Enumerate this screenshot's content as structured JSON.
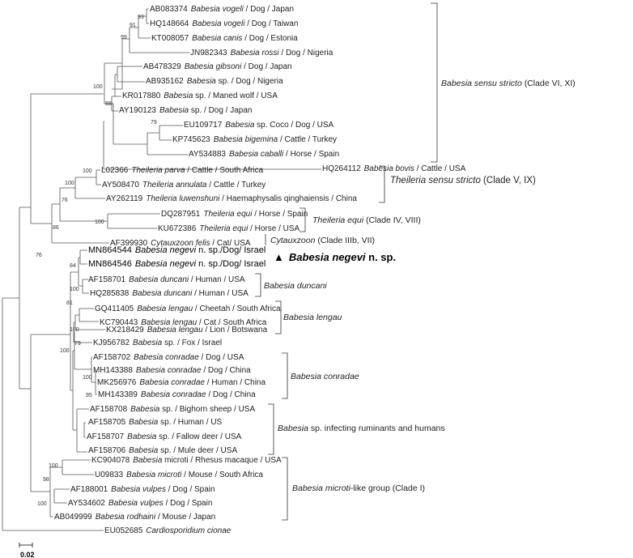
{
  "taxa": [
    {
      "acc": "AB083374",
      "sp": "Babesia vogeli",
      "rest": " / Dog / Japan"
    },
    {
      "acc": "HQ148664",
      "sp": "Babesia vogeli",
      "rest": " / Dog / Taiwan"
    },
    {
      "acc": "KT008057",
      "sp": "Babesia canis",
      "rest": " / Dog / Estonia"
    },
    {
      "acc": "JN982343",
      "sp": "Babesia rossi",
      "rest": " / Dog / Nigeria"
    },
    {
      "acc": "AB478329",
      "sp": "Babesia gibsoni",
      "rest": " / Dog / Japan"
    },
    {
      "acc": "AB935162",
      "sp": "Babesia",
      "rest": " sp. / Dog / Nigeria"
    },
    {
      "acc": "KR017880",
      "sp": "Babesia",
      "rest": " sp. / Maned wolf /  USA"
    },
    {
      "acc": "AY190123",
      "sp": "Babesia",
      "rest": " sp. / Dog / Japan"
    },
    {
      "acc": "EU109717",
      "sp": "Babesia",
      "rest": " sp. Coco / Dog /  USA"
    },
    {
      "acc": "KP745623",
      "sp": "Babesia bigemina",
      "rest": " / Cattle / Turkey"
    },
    {
      "acc": "AY534883",
      "sp": "Babesia caballi",
      "rest": " / Horse / Spain"
    },
    {
      "acc": "HQ264112",
      "sp": "Babesia bovis",
      "rest": " / Cattle /  USA"
    },
    {
      "acc": "L02366",
      "sp": "Theileria parva",
      "rest": " / Cattle / South Africa"
    },
    {
      "acc": "AY508470",
      "sp": "Theileria annulata",
      "rest": " / Cattle / Turkey"
    },
    {
      "acc": "AY262119",
      "sp": "Theileria luwenshuni",
      "rest": " / Haemaphysalis qinghaiensis / China"
    },
    {
      "acc": "DQ287951",
      "sp": "Theileria equi",
      "rest": " / Horse / Spain"
    },
    {
      "acc": "KU672386",
      "sp": "Theileria equi",
      "rest": " / Horse /  USA"
    },
    {
      "acc": "AF399930",
      "sp": "Cytauxzoon felis",
      "rest": " /   Cat/ USA"
    },
    {
      "acc": "MN864544",
      "sp": "Babesia negevi",
      "rest": "  n. sp./Dog/ Israel"
    },
    {
      "acc": "MN864546",
      "sp": "Babesia negevi",
      "rest": "  n. sp./Dog/ Israel"
    },
    {
      "acc": "AF158701",
      "sp": "Babesia duncani",
      "rest": " / Human /  USA"
    },
    {
      "acc": "HQ285838",
      "sp": "Babesia duncani",
      "rest": " / Human /  USA"
    },
    {
      "acc": "GQ411405",
      "sp": "Babesia lengau",
      "rest": " / Cheetah / South Africa"
    },
    {
      "acc": "KC790443",
      "sp": "Babesia lengau",
      "rest": " / Cat / South Africa"
    },
    {
      "acc": "KX218429",
      "sp": "Babesia lengau",
      "rest": " / Lion / Botswana"
    },
    {
      "acc": "KJ956782",
      "sp": "Babesia",
      "rest": " sp. / Fox / Israel"
    },
    {
      "acc": "AF158702",
      "sp": "Babesia conradae",
      "rest": " / Dog /  USA"
    },
    {
      "acc": "MH143388",
      "sp": "Babesia conradae",
      "rest": " / Dog / China"
    },
    {
      "acc": "MK256976",
      "sp": "Babesia conradae",
      "rest": " / Human / China"
    },
    {
      "acc": "MH143389",
      "sp": "Babesia conradae",
      "rest": " / Dog / China"
    },
    {
      "acc": "AF158708",
      "sp": "Babesia",
      "rest": " sp. / Bighorn sheep /  USA"
    },
    {
      "acc": "AF158705",
      "sp": "Babesia",
      "rest": " sp. / Human / US"
    },
    {
      "acc": "AF158707",
      "sp": "Babesia",
      "rest": " sp. / Fallow deer /  USA"
    },
    {
      "acc": "AF158706",
      "sp": "Babesia",
      "rest": " sp. / Mule deer /  USA"
    },
    {
      "acc": "KC904078",
      "sp": "Babesia",
      "rest": " microti / Rhesus macaque /  USA"
    },
    {
      "acc": "U09833",
      "sp": "Babesia microti",
      "rest": " / Mouse / South Africa"
    },
    {
      "acc": "AF188001",
      "sp": "Babesia vulpes",
      "rest": " / Dog / Spain"
    },
    {
      "acc": "AY534602",
      "sp": "Babesia vulpes",
      "rest": " / Dog / Spain"
    },
    {
      "acc": "AB049999",
      "sp": "Babesia rodhaini",
      "rest": " / Mouse / Japan"
    },
    {
      "acc": "EU052685",
      "sp": "Cardiosporidium cionae",
      "rest": ""
    }
  ],
  "bootstrap": [
    "93",
    "91",
    "99",
    "100",
    "88",
    "79",
    "100",
    "100",
    "76",
    "100",
    "86",
    "76",
    "84",
    "100",
    "81",
    "100",
    "79",
    "100",
    "100",
    "95",
    "100",
    "98",
    "100"
  ],
  "clades": [
    {
      "italic": "Babesia sensu stricto",
      "plain": " (Clade VI, XI)"
    },
    {
      "italic": "Theileria sensu stricto",
      "plain": " (Clade V, IX)"
    },
    {
      "italic": "Theileria equi",
      "plain": " (Clade IV, VIII)"
    },
    {
      "italic": "Cytauxzoon",
      "plain": " (Clade IIIb, VII)"
    },
    {
      "italic": "Babesia duncani",
      "plain": ""
    },
    {
      "italic": "Babesia lengau",
      "plain": ""
    },
    {
      "italic": "Babesia conradae",
      "plain": ""
    },
    {
      "italic": "Babesia",
      "plain": " sp. infecting ruminants and humans"
    },
    {
      "italic": "Babesia microti",
      "plain": "-like group (Clade I)"
    }
  ],
  "highlight": {
    "marker": "▲",
    "italic": "Babesia negevi",
    "plain": " n. sp."
  },
  "scale_label": "0.02"
}
